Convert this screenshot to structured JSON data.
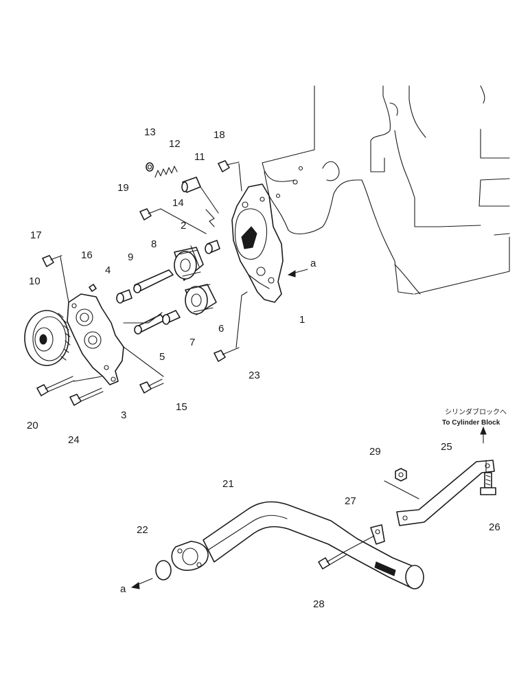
{
  "callouts": [
    "1",
    "2",
    "3",
    "4",
    "5",
    "6",
    "7",
    "8",
    "9",
    "10",
    "11",
    "12",
    "13",
    "14",
    "15",
    "16",
    "17",
    "18",
    "19",
    "20",
    "21",
    "22",
    "23",
    "24",
    "25",
    "26",
    "27",
    "28",
    "29"
  ],
  "refs": {
    "a_upper": "a",
    "a_lower": "a"
  },
  "note": {
    "jp": "シリンダブロックへ",
    "en": "To Cylinder Block"
  }
}
